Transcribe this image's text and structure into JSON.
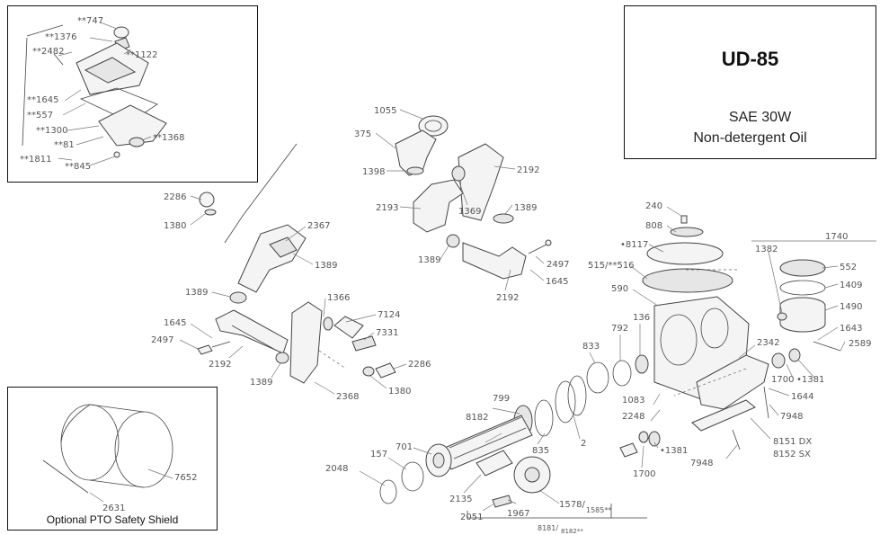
{
  "model": {
    "title": "UD-85",
    "oil_line1": "SAE 30W",
    "oil_line2": "Non-detergent Oil"
  },
  "shield": {
    "caption": "Optional PTO Safety Shield"
  },
  "callouts": {
    "c747": "**747",
    "c1376": "**1376",
    "c2482": "**2482",
    "c1122": "**1122",
    "c1645i": "**1645",
    "c557": "**557",
    "c1300": "**1300",
    "c1368i": "**1368",
    "c81": "**81",
    "c1811": "**1811",
    "c845": "**845",
    "c2286a": "2286",
    "c1380a": "1380",
    "c2367": "2367",
    "c1389a": "1389",
    "c1389b": "1389",
    "c1366": "1366",
    "c7124": "7124",
    "c7331": "7331",
    "c1645a": "1645",
    "c2497a": "2497",
    "c2192a": "2192",
    "c1389c": "1389",
    "c2368": "2368",
    "c2286b": "2286",
    "c1380b": "1380",
    "c1055": "1055",
    "c375": "375",
    "c1398": "1398",
    "c2193": "2193",
    "c1369": "1369",
    "c2192b": "2192",
    "c1389d": "1389",
    "c1389e": "1389",
    "c2497b": "2497",
    "c1645b": "1645",
    "c2192c": "2192",
    "c240": "240",
    "c808": "808",
    "c8117": "•8117",
    "c515": "515/**516",
    "c590": "590",
    "c1740": "1740",
    "c1382": "1382",
    "c552": "552",
    "c1409": "1409",
    "c1490": "1490",
    "c1643": "1643",
    "c2589": "2589",
    "c136": "136",
    "c792": "792",
    "c833a": "833",
    "c2342": "2342",
    "c1700a": "1700",
    "c1381a": "•1381",
    "c1083": "1083",
    "c2248": "2248",
    "c1644": "1644",
    "c7948a": "7948",
    "c799": "799",
    "c8182": "8182",
    "c835": "835",
    "c2": "2",
    "c1381b": "•1381",
    "c1700b": "1700",
    "c8151": "8151 DX",
    "c8152": "8152 SX",
    "c7948b": "7948",
    "c701": "701",
    "c157": "157",
    "c2048": "2048",
    "c2135": "2135",
    "c2051": "2051",
    "c1967": "1967",
    "c1578": "1578/",
    "c1585": "1585**",
    "c8181": "8181/",
    "c8182b": "8182**",
    "c7652": "7652",
    "c2631": "2631"
  }
}
